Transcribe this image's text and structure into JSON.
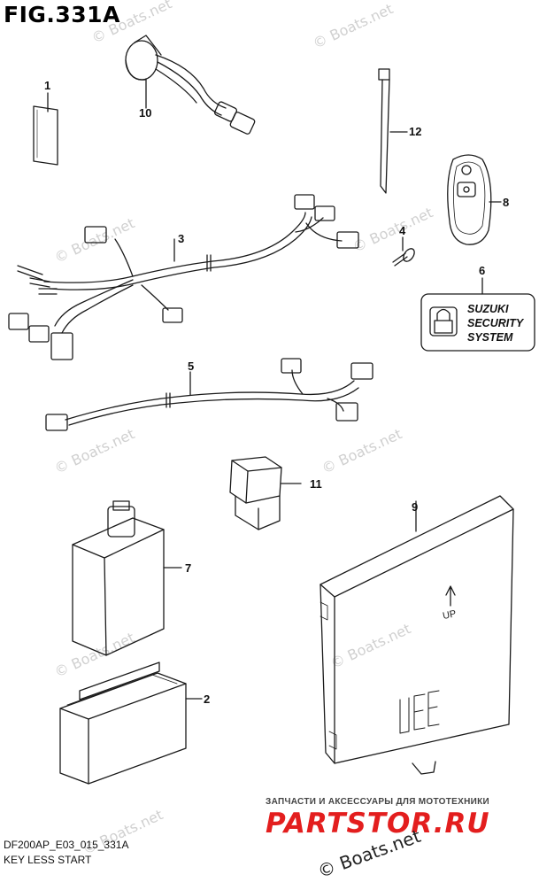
{
  "figure": {
    "title": "FIG.331A",
    "code": "DF200AP_E03_015_331A",
    "subtitle": "KEY LESS START"
  },
  "callouts": [
    "1",
    "10",
    "12",
    "3",
    "8",
    "4",
    "6",
    "5",
    "11",
    "9",
    "7",
    "2"
  ],
  "security_label": {
    "line1": "SUZUKI",
    "line2": "SECURITY",
    "line3": "SYSTEM"
  },
  "ecu_marking": "UP",
  "watermark": "© Boats.net",
  "shop": {
    "tagline": "ЗАПЧАСТИ И АКСЕССУАРЫ ДЛЯ МОТОТЕХНИКИ",
    "logo": "PARTSTOR.RU"
  }
}
